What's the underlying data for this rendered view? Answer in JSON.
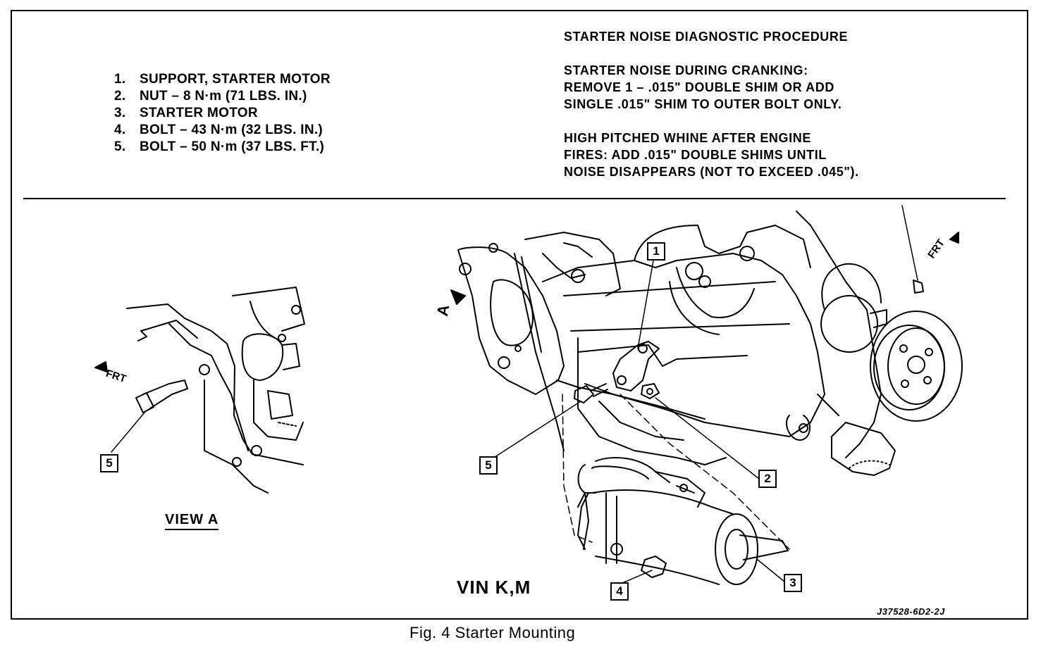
{
  "legend": {
    "items": [
      {
        "num": "1.",
        "text": "SUPPORT, STARTER MOTOR"
      },
      {
        "num": "2.",
        "text": "NUT – 8 N·m (71 LBS. IN.)"
      },
      {
        "num": "3.",
        "text": "STARTER MOTOR"
      },
      {
        "num": "4.",
        "text": "BOLT – 43 N·m (32 LBS. IN.)"
      },
      {
        "num": "5.",
        "text": "BOLT – 50 N·m (37 LBS. FT.)"
      }
    ]
  },
  "procedure": {
    "title": "STARTER NOISE DIAGNOSTIC PROCEDURE",
    "cranking": [
      "STARTER NOISE DURING CRANKING:",
      "REMOVE 1 – .015\" DOUBLE SHIM OR ADD",
      "SINGLE .015\" SHIM TO OUTER BOLT ONLY."
    ],
    "whine": [
      "HIGH PITCHED WHINE AFTER ENGINE",
      "FIRES:   ADD .015\" DOUBLE SHIMS UNTIL",
      "NOISE DISAPPEARS (NOT TO EXCEED .045\")."
    ]
  },
  "callouts": {
    "c1": "1",
    "c2": "2",
    "c3": "3",
    "c4": "4",
    "c5_main": "5",
    "c5_view": "5"
  },
  "labels": {
    "view_a": "VIEW A",
    "vin": "VIN K,M",
    "frt_view": "FRT",
    "frt_main": "FRT",
    "arrow_a": "A",
    "reference": "J37528-6D2-2J",
    "caption": "Fig. 4 Starter Mounting"
  }
}
